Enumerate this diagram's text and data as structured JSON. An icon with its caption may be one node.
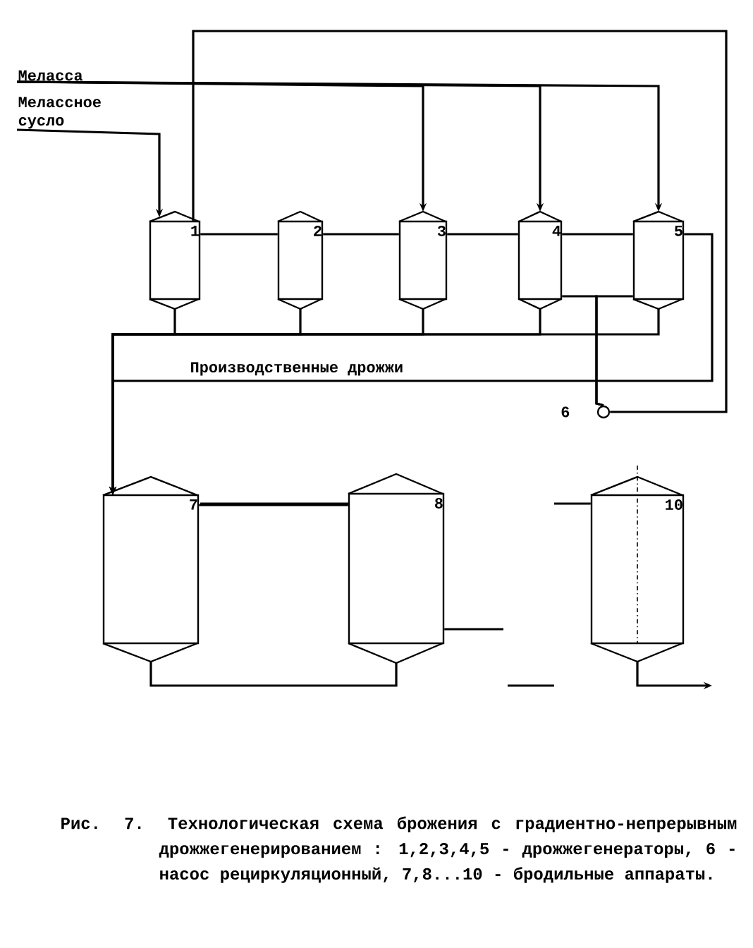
{
  "diagram": {
    "caption": "Рис. 7. Технологическая схема брожения с градиентно-непрерывным дрожжегенерированием : 1,2,3,4,5 - дрожжегенераторы, 6 - насос рециркуляционный, 7,8...10 - бродильные аппараты.",
    "nodes": [
      {
        "text": [
          "Меласса"
        ]
      },
      {
        "text": [
          "Мелассное сусло"
        ]
      },
      {
        "text": [
          "1"
        ]
      },
      {
        "text": [
          "2"
        ]
      },
      {
        "text": [
          "3"
        ]
      },
      {
        "text": [
          "4"
        ]
      },
      {
        "text": [
          "5"
        ]
      },
      {
        "text": [],
        "shape": "circle",
        "beside": [
          "6"
        ]
      },
      {
        "text": [
          "7"
        ]
      },
      {
        "text": [
          "8"
        ]
      },
      {
        "text": [
          "10"
        ]
      }
    ],
    "edges": [
      {
        "from": 0,
        "to": 4,
        "arrow": "to"
      },
      {
        "from": 0,
        "to": 5,
        "arrow": "to"
      },
      {
        "from": 0,
        "to": 6,
        "arrow": "to"
      },
      {
        "from": 1,
        "to": 2,
        "arrow": "to"
      },
      {
        "from": 2,
        "to": 3,
        "arrow": "none"
      },
      {
        "from": 3,
        "to": 4,
        "arrow": "none"
      },
      {
        "from": 4,
        "to": 5,
        "arrow": "none"
      },
      {
        "from": 5,
        "to": 6,
        "arrow": "none"
      },
      {
        "from": 5,
        "to": 7,
        "arrow": "none"
      },
      {
        "from": 6,
        "to": 7,
        "arrow": "none"
      },
      {
        "from": 7,
        "to": 2,
        "arrow": "none"
      },
      {
        "from": 2,
        "to": 8,
        "arrow": "to"
      },
      {
        "from": 3,
        "to": 8,
        "arrow": "to"
      },
      {
        "from": 4,
        "to": 8,
        "arrow": "to"
      },
      {
        "from": 5,
        "to": 8,
        "arrow": "to"
      },
      {
        "from": 6,
        "to": 8,
        "arrow": "to"
      },
      {
        "from": 6,
        "to": 8,
        "arrow": "to",
        "label": "Производственные дрожжи"
      },
      {
        "from": 8,
        "to": 9,
        "arrow": "none"
      },
      {
        "from": 8,
        "to": 9,
        "arrow": "none"
      },
      {
        "from": 9,
        "to": null,
        "arrow": "none"
      },
      {
        "from": null,
        "to": 10,
        "arrow": "none"
      },
      {
        "from": 10,
        "to": null,
        "arrow": "to"
      }
    ]
  }
}
